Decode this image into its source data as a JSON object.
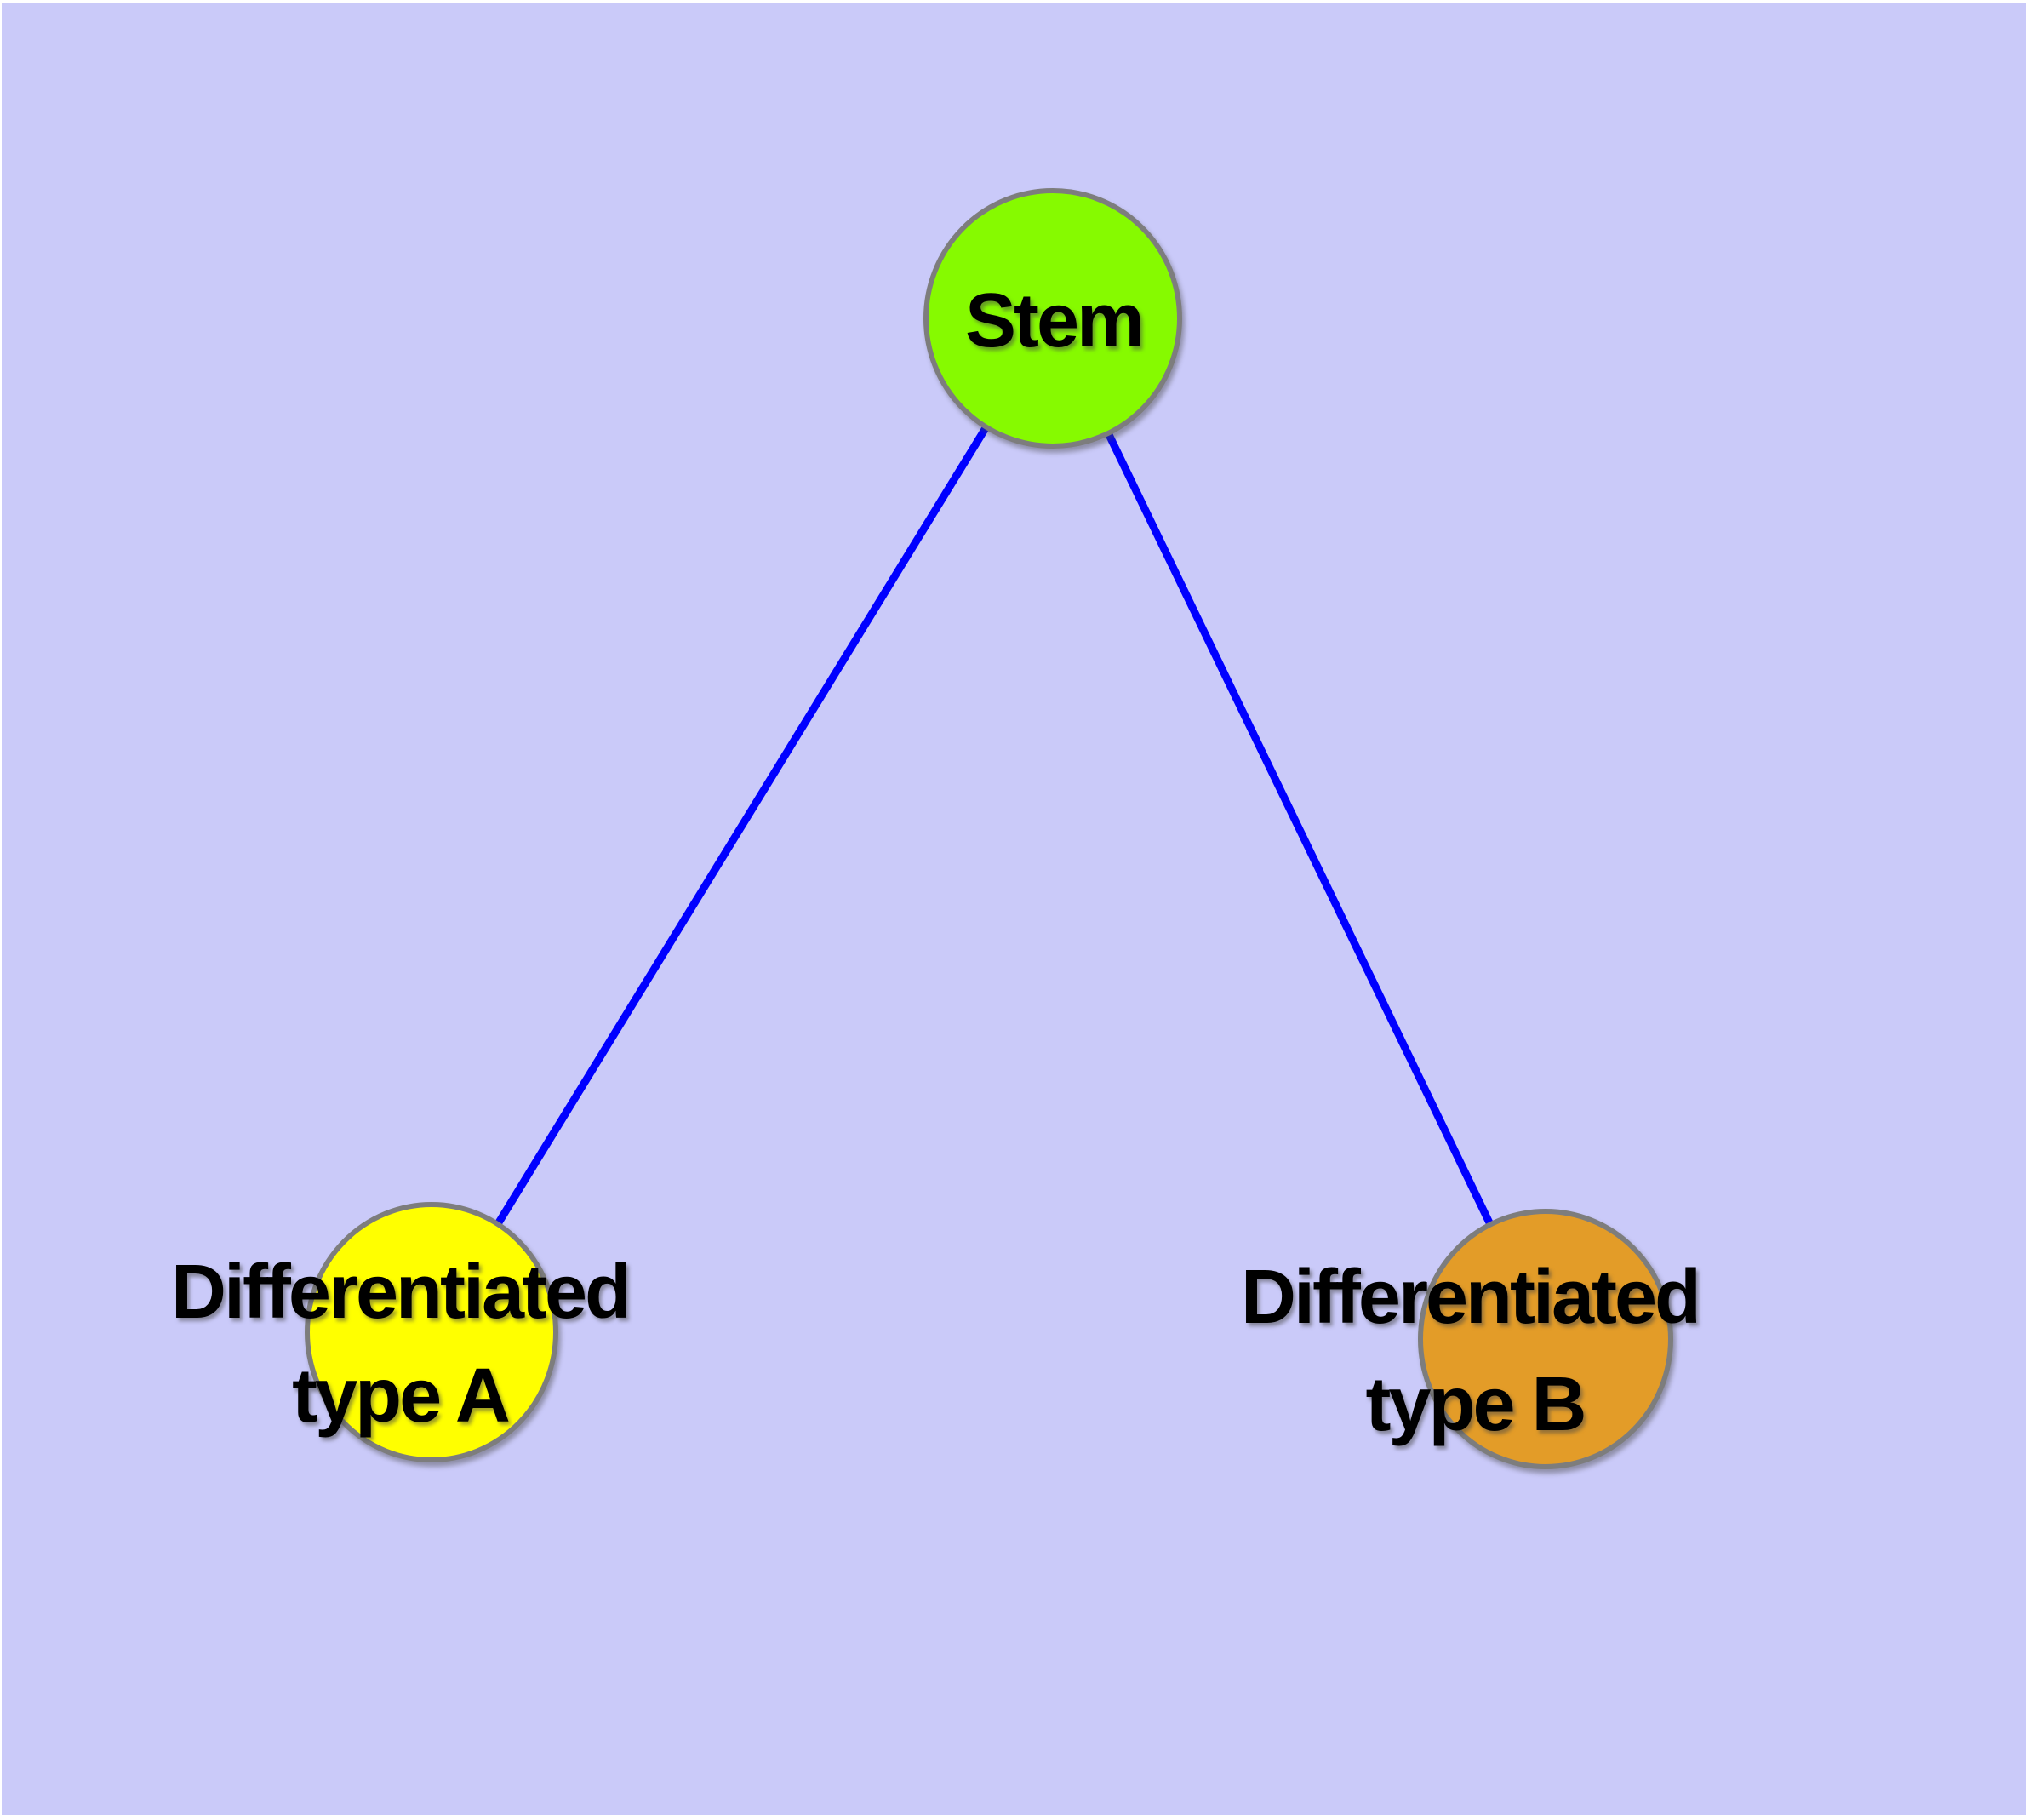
{
  "diagram": {
    "background_color": "#CACAF9",
    "page_margin_color": "#FFFFFF",
    "edge_color": "#0000FF",
    "node_border_color": "#7D7D7D",
    "label_color": "#000000",
    "nodes": [
      {
        "id": "stem",
        "label": "Stem",
        "fill": "#86FA00"
      },
      {
        "id": "differentiated-type-a",
        "label_line1": "Differentiated",
        "label_line2": "type A",
        "fill": "#FFFF00"
      },
      {
        "id": "differentiated-type-b",
        "label_line1": "Differentiated",
        "label_line2": "type B",
        "fill": "#E39C28"
      }
    ],
    "edges": [
      {
        "from": "stem",
        "to": "differentiated-type-a"
      },
      {
        "from": "stem",
        "to": "differentiated-type-b"
      }
    ]
  }
}
